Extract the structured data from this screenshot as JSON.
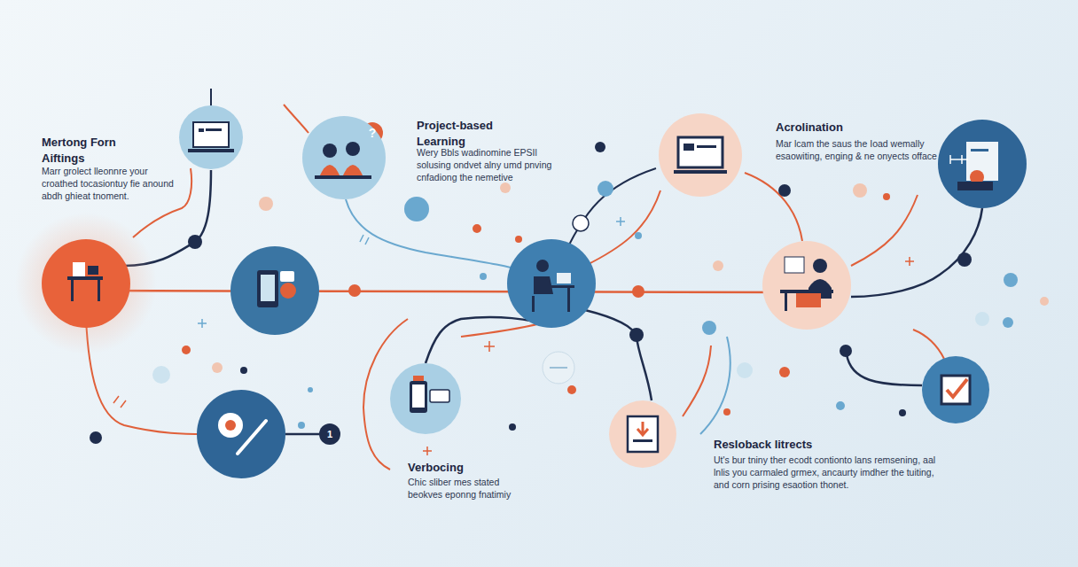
{
  "diagram": {
    "nodes": [
      {
        "text": [
          "Mertong Forn Aiftings",
          "Marr grolect lleonnre your croathed tocasiontuy fie anound abdh ghieat tnoment."
        ]
      },
      {
        "text": [
          "Project-based Learning",
          "Wery Bbls wadinomine EPSIl solusing ondvet alny umd pnving cnfadiong the nemetive"
        ]
      },
      {
        "text": [
          "Acrolination",
          "Mar lcam the saus the Ioad wemally esaowiting, enging & ne onyects offace"
        ]
      },
      {
        "text": [
          "Verbocing",
          "Chic sliber mes stated beokves eponng fnatimiy"
        ]
      },
      {
        "text": [
          "Resloback litrects",
          "Ut's bur tniny ther ecodt contionto lans remsening, aal lnlis you carmaled grmex, ancaurty imdher the tuiting, and corn prising esaotion thonet."
        ]
      },
      {
        "text": [
          "1"
        ]
      }
    ]
  }
}
